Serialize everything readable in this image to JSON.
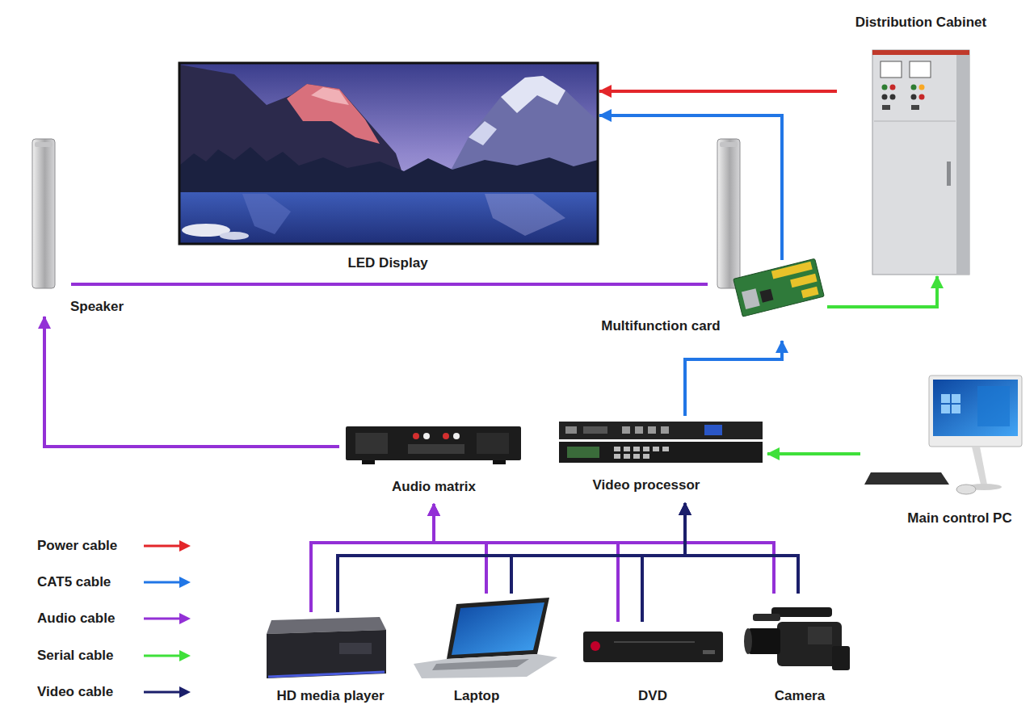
{
  "diagram": {
    "nodes": [
      {
        "text": [
          "Distribution Cabinet"
        ]
      },
      {
        "text": [
          "LED Display"
        ]
      },
      {
        "text": [
          "Speaker"
        ]
      },
      {
        "text": [
          "Multifunction card"
        ]
      },
      {
        "text": [
          "Audio matrix"
        ]
      },
      {
        "text": [
          "Video processor"
        ]
      },
      {
        "text": [
          "Main control PC"
        ]
      },
      {
        "text": [
          "HD media player"
        ]
      },
      {
        "text": [
          "Laptop"
        ]
      },
      {
        "text": [
          "DVD"
        ]
      },
      {
        "text": [
          "Camera"
        ]
      }
    ],
    "edges": [
      {
        "from": 0,
        "to": 1,
        "arrow": "to"
      },
      {
        "from": 3,
        "to": 1,
        "arrow": "to"
      },
      {
        "from": 3,
        "to": 0,
        "arrow": "to"
      },
      {
        "from": 5,
        "to": 3,
        "arrow": "to"
      },
      {
        "from": 6,
        "to": 5,
        "arrow": "to"
      },
      {
        "from": 4,
        "to": 2,
        "arrow": "to"
      },
      {
        "from": 7,
        "to": 4,
        "arrow": "to"
      },
      {
        "from": 8,
        "to": 4,
        "arrow": "to"
      },
      {
        "from": 9,
        "to": 4,
        "arrow": "to"
      },
      {
        "from": 10,
        "to": 4,
        "arrow": "to"
      },
      {
        "from": 7,
        "to": 5,
        "arrow": "to"
      },
      {
        "from": 8,
        "to": 5,
        "arrow": "to"
      },
      {
        "from": 9,
        "to": 5,
        "arrow": "to"
      },
      {
        "from": 10,
        "to": 5,
        "arrow": "to"
      }
    ],
    "legend": [
      {
        "text": "Power cable"
      },
      {
        "text": "CAT5 cable"
      },
      {
        "text": "Audio cable"
      },
      {
        "text": "Serial cable"
      },
      {
        "text": "Video cable"
      }
    ]
  }
}
